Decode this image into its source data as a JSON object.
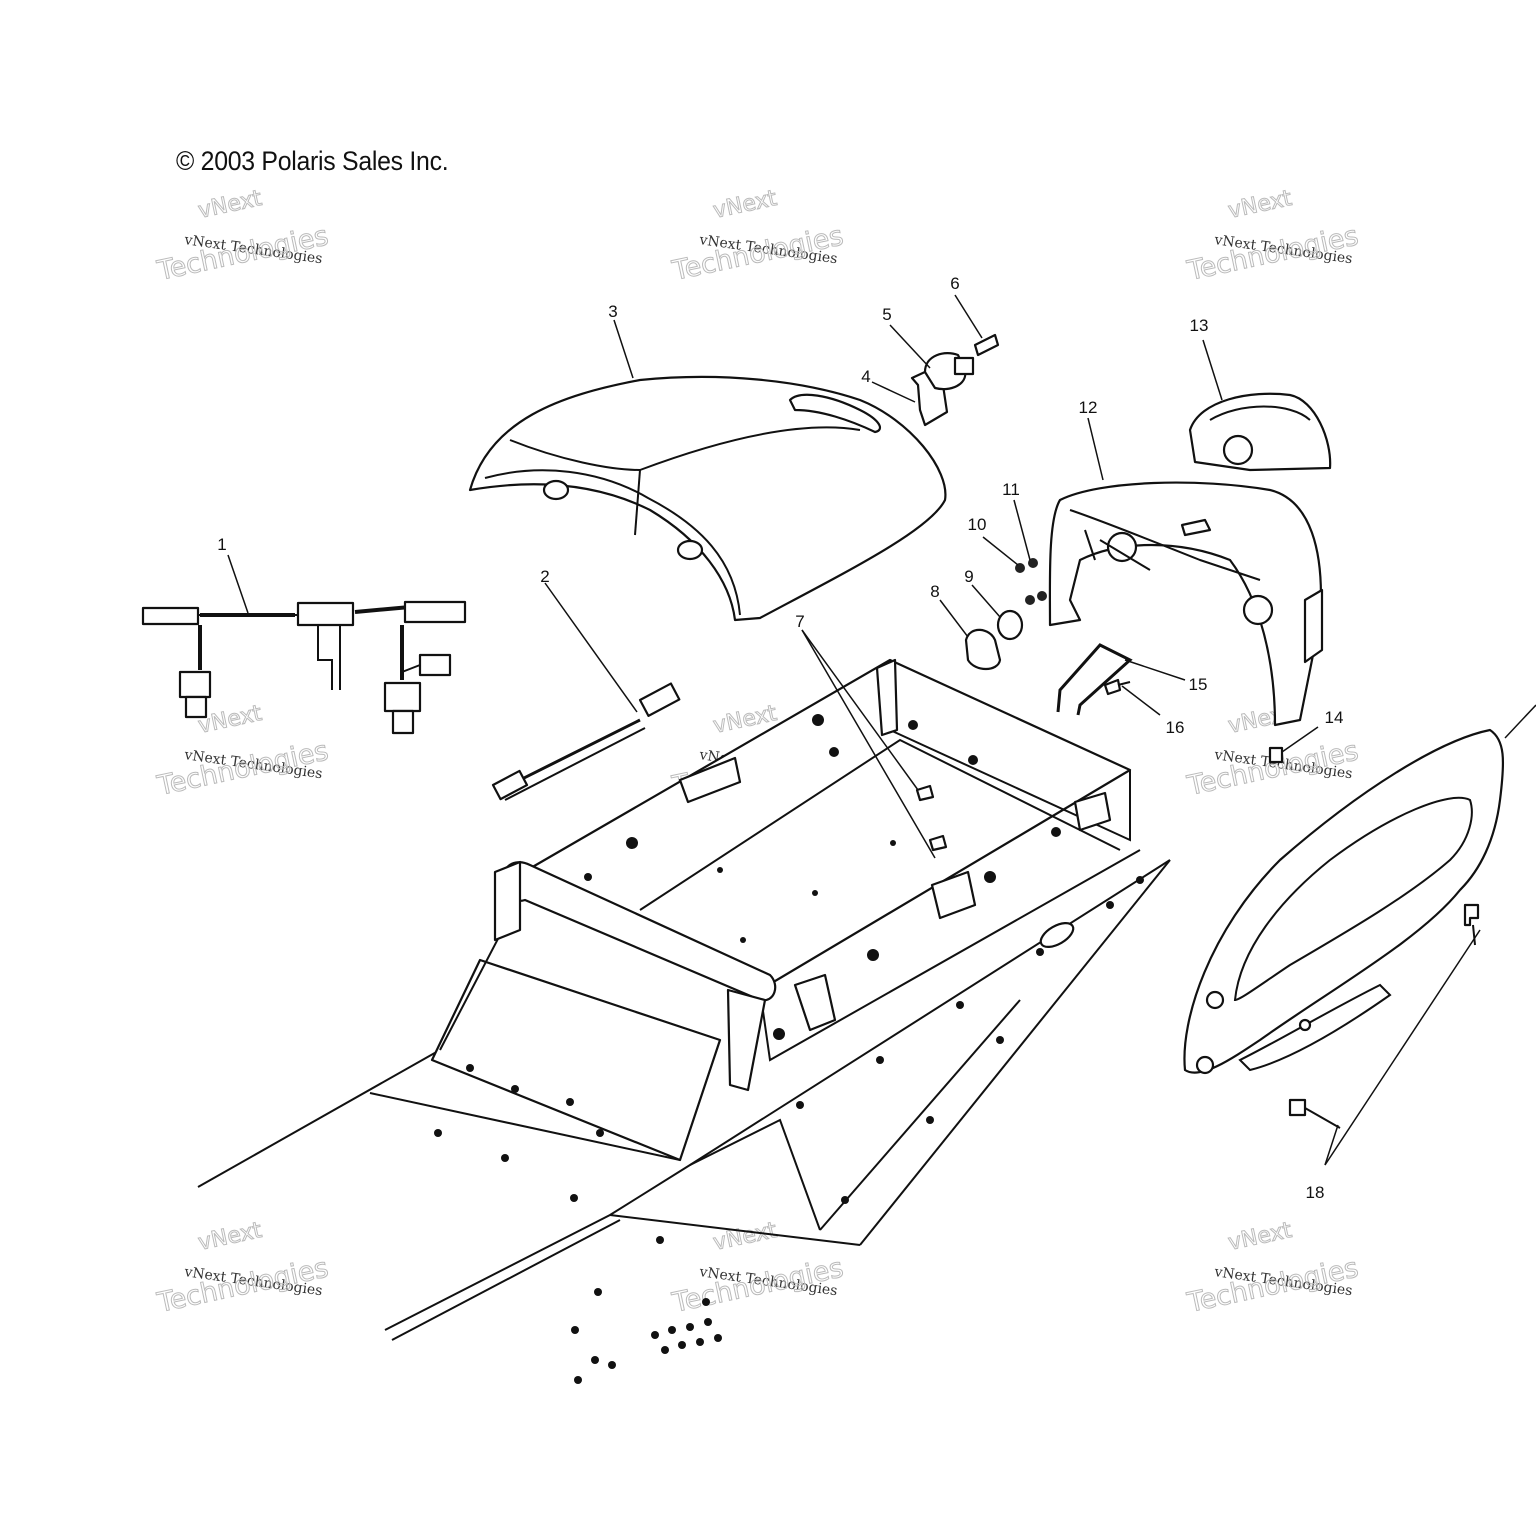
{
  "copyright": "© 2003 Polaris Sales Inc.",
  "watermark": {
    "company": "vNext Technologies",
    "word1": "vNext",
    "word2": "Technologies"
  },
  "callouts": [
    "1",
    "2",
    "3",
    "4",
    "5",
    "6",
    "7",
    "8",
    "9",
    "10",
    "11",
    "12",
    "13",
    "14",
    "15",
    "16",
    "18"
  ]
}
